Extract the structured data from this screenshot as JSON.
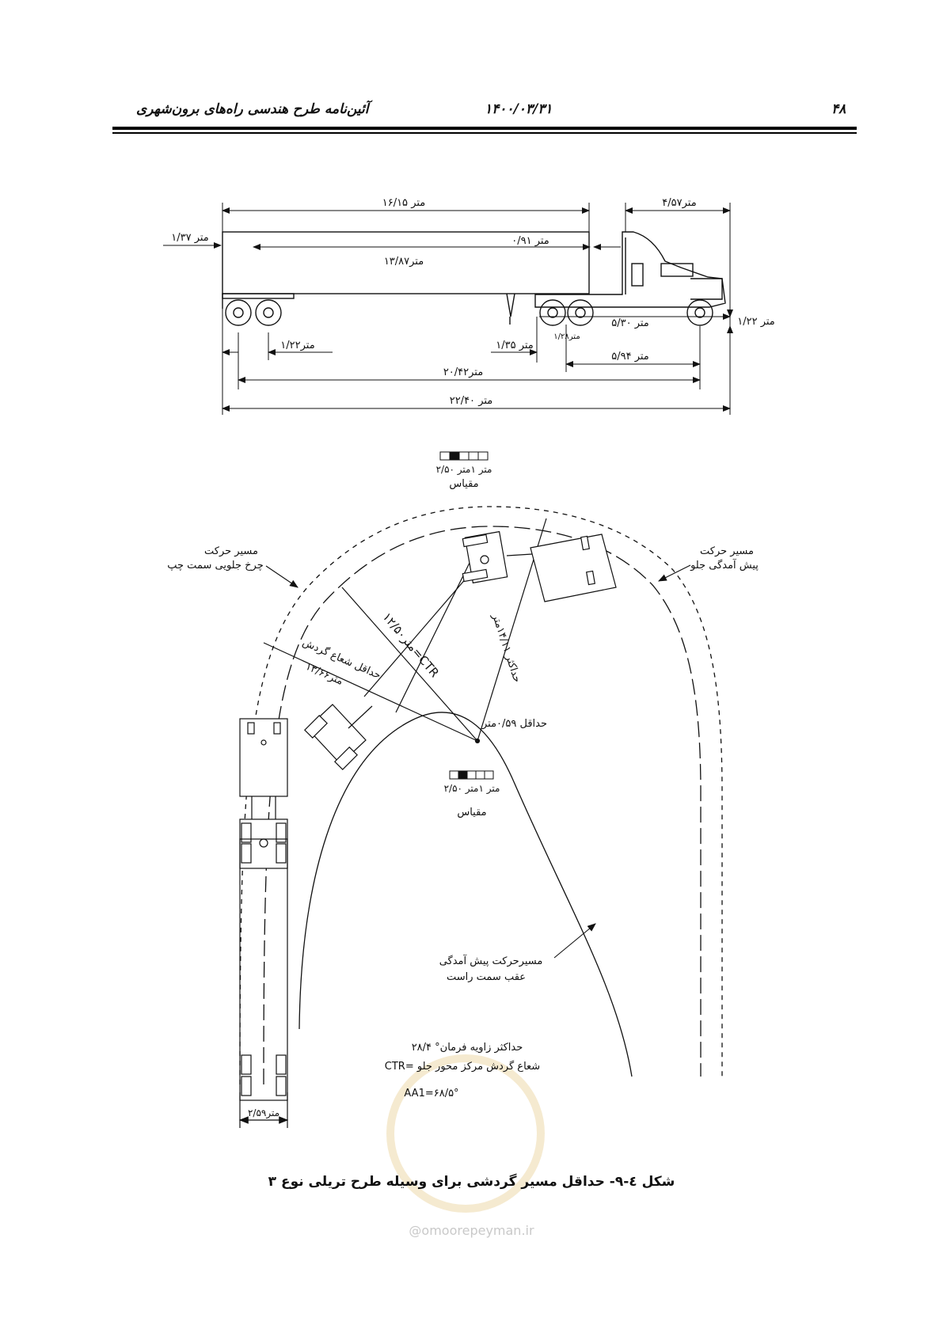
{
  "header": {
    "title": "آئین‌نامه طرح هندسی راه‌های برون‌شهری",
    "date": "۱۴۰۰/۰۳/۳۱",
    "page_number": "۴۸"
  },
  "side_view": {
    "trailer_length": "۱۶/۱۵ متر",
    "cab_length": "۴/۵۷متر",
    "rear_overhang": "۱/۳۷ متر",
    "front_gap": "۰/۹۱ متر",
    "inner_length": "۱۳/۸۷متر",
    "rear_axle_spacing": "۱/۲۲متر",
    "kingpin_offset": "۱/۳۵ متر",
    "tandem_spacing": "۱/۲۸متر",
    "tractor_wheelbase": "۵/۳۰ متر",
    "tractor_base_2": "۵/۹۴ متر",
    "front_overhang": "۱/۲۲ متر",
    "wheelbase_total": "۲۰/۴۲متر",
    "overall_length": "۲۲/۴۰ متر"
  },
  "scale_top": {
    "labels": "۲/۵متر ۱متر ۰",
    "title": "مقیاس"
  },
  "scale_mid": {
    "labels": "۲/۵متر ۱متر ۰",
    "title": "مقیاس"
  },
  "plan_view": {
    "left_front_wheel_path": [
      "مسیر حرکت",
      "چرخ جلویی سمت چپ"
    ],
    "front_overhang_path": [
      "مسیر حرکت",
      "پیش آمدگی جلو"
    ],
    "rear_overhang_path": [
      "مسیرحرکت پیش آمدگی",
      "عقب سمت راست"
    ],
    "ctr_label": "۱۲/۵۰متر=CTR",
    "max_radius_label": "حداکثر ۱۴/۱۱متر",
    "min_turn_radius": [
      "حداقل شعاع گردش",
      "۱۳/۶۶متر"
    ],
    "min_label": "حداقل ۰/۵۹متر",
    "width_label": "۲/۵۹متر",
    "notes": [
      "حداکثر زاویه فرمان° ۲۸/۴",
      "CTR= شعاع گردش مرکز محور جلو",
      "AA1=۶۸/۵°"
    ]
  },
  "caption": "شکل ٤-٩- حداقل مسیر گردشی برای وسیله طرح تریلی نوع ۳",
  "footer": "@omoorepeyman.ir"
}
